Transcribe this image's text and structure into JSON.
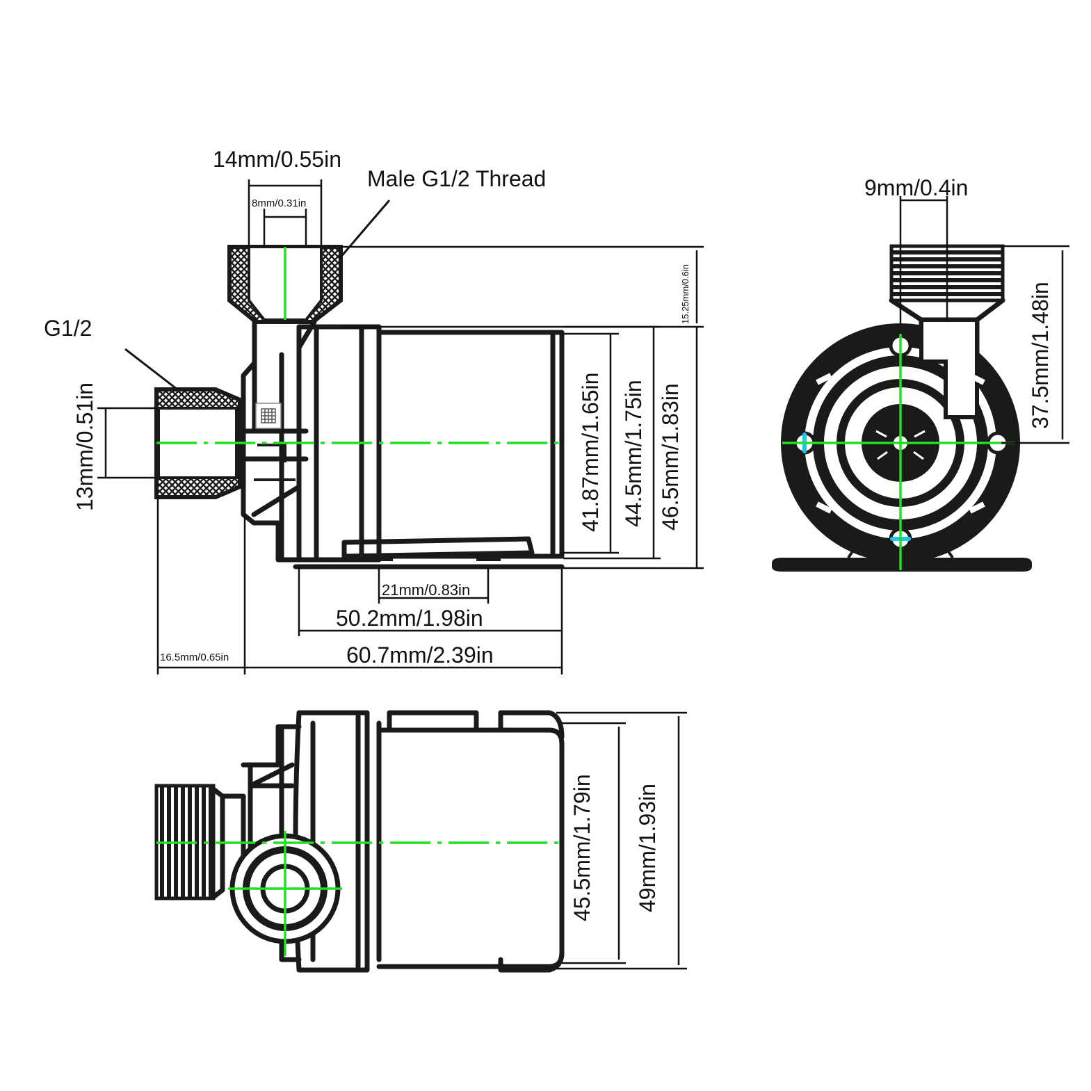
{
  "labels": {
    "top_width": "14mm/0.55in",
    "inner_bore": "8mm/0.31in",
    "thread_callout": "Male G1/2 Thread",
    "side_thread": "G1/2",
    "side_height": "13mm/0.51in",
    "outlet_height": "15.25mm/0.6in",
    "body_inner": "41.87mm/1.65in",
    "body_mid": "44.5mm/1.75in",
    "body_outer": "46.5mm/1.83in",
    "foot_slot": "21mm/0.83in",
    "body_length": "50.2mm/1.98in",
    "inlet_length": "16.5mm/0.65in",
    "total_length": "60.7mm/2.39in",
    "front_outlet": "9mm/0.4in",
    "front_height": "37.5mm/1.48in",
    "bottom_inner": "45.5mm/1.79in",
    "bottom_outer": "49mm/1.93in"
  },
  "colors": {
    "ink": "#1a1a1a",
    "centerline": "#22e022",
    "screw_mark": "#1fc6e8"
  },
  "icons": [
    "qr-code-icon"
  ]
}
